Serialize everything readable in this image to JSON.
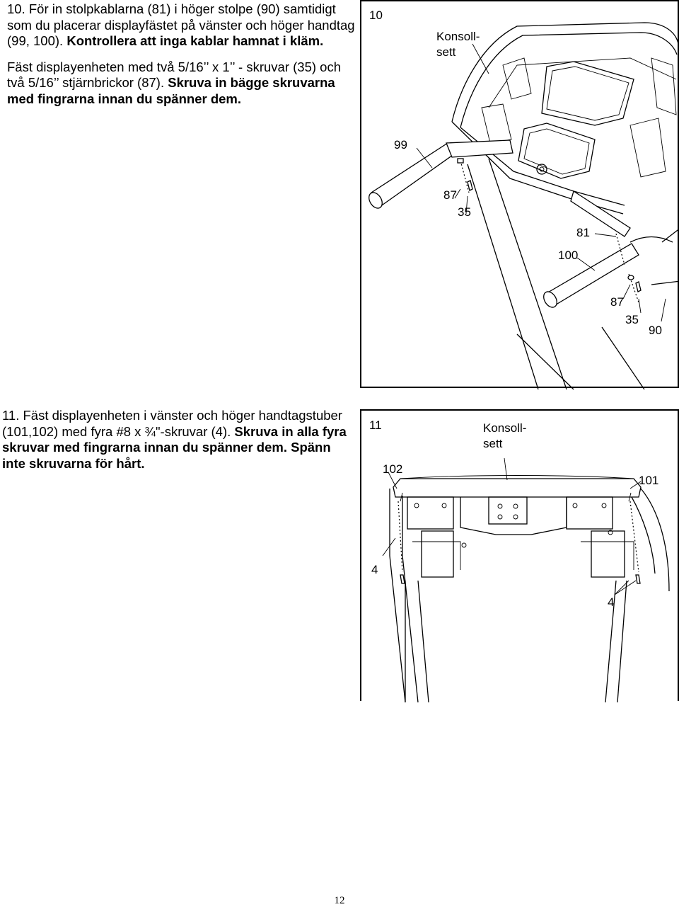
{
  "step10": {
    "para1": "10. För in stolpkablarna (81) i höger stolpe (90) samtidigt som du placerar displayfästet på vänster och höger handtag (99, 100).",
    "para1_bold": "Kontrollera att inga kablar hamnat i kläm.",
    "para2": "Fäst displayenheten med två 5/16’’ x 1’’ - skruvar (35) och två 5/16’’ stjärnbrickor (87).",
    "para2_bold": "Skruva in bägge skruvarna med fingrarna innan du spänner dem."
  },
  "step11": {
    "para1": "11. Fäst displayenheten i vänster och höger handtagstuber (101,102) med fyra #8 x ¾\"-skruvar (4).",
    "para1_bold": "Skruva in alla fyra skruvar med fingrarna innan du spänner dem. Spänn inte skruvarna för hårt."
  },
  "figure10": {
    "number": "10",
    "console_label_line1": "Konsoll-",
    "console_label_line2": "sett",
    "labels": [
      "99",
      "87",
      "35",
      "81",
      "100",
      "87",
      "35",
      "90"
    ]
  },
  "figure11": {
    "number": "11",
    "console_label_line1": "Konsoll-",
    "console_label_line2": "sett",
    "labels": [
      "102",
      "101",
      "4",
      "4"
    ]
  },
  "page_number": "12"
}
